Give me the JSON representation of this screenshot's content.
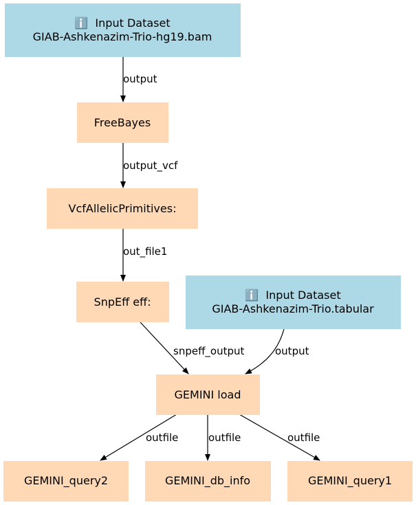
{
  "colors": {
    "input_fill": "#add8e6",
    "tool_fill": "#ffd9b5",
    "edge": "#000000",
    "text": "#000000",
    "background": "#ffffff"
  },
  "nodes": {
    "input_bam": {
      "kind": "input",
      "icon": "info-icon",
      "glyph": "ℹ️",
      "line1": "Input Dataset",
      "line2": "GIAB-Ashkenazim-Trio-hg19.bam"
    },
    "freebayes": {
      "kind": "tool",
      "label": "FreeBayes"
    },
    "vcfallelic": {
      "kind": "tool",
      "label": "VcfAllelicPrimitives:"
    },
    "snpeff": {
      "kind": "tool",
      "label": "SnpEff eff:"
    },
    "input_tabular": {
      "kind": "input",
      "icon": "info-icon",
      "glyph": "ℹ️",
      "line1": "Input Dataset",
      "line2": "GIAB-Ashkenazim-Trio.tabular"
    },
    "gemini_load": {
      "kind": "tool",
      "label": "GEMINI load"
    },
    "gemini_query2": {
      "kind": "tool",
      "label": "GEMINI_query2"
    },
    "gemini_db_info": {
      "kind": "tool",
      "label": "GEMINI_db_info"
    },
    "gemini_query1": {
      "kind": "tool",
      "label": "GEMINI_query1"
    }
  },
  "edges": {
    "bam_to_freebayes": {
      "from": "input_bam",
      "to": "freebayes",
      "label": "output"
    },
    "freebayes_to_vcfallelic": {
      "from": "freebayes",
      "to": "vcfallelic",
      "label": "output_vcf"
    },
    "vcfallelic_to_snpeff": {
      "from": "vcfallelic",
      "to": "snpeff",
      "label": "out_file1"
    },
    "snpeff_to_load": {
      "from": "snpeff",
      "to": "gemini_load",
      "label": "snpeff_output"
    },
    "tabular_to_load": {
      "from": "input_tabular",
      "to": "gemini_load",
      "label": "output"
    },
    "load_to_query2": {
      "from": "gemini_load",
      "to": "gemini_query2",
      "label": "outfile"
    },
    "load_to_dbinfo": {
      "from": "gemini_load",
      "to": "gemini_db_info",
      "label": "outfile"
    },
    "load_to_query1": {
      "from": "gemini_load",
      "to": "gemini_query1",
      "label": "outfile"
    }
  }
}
